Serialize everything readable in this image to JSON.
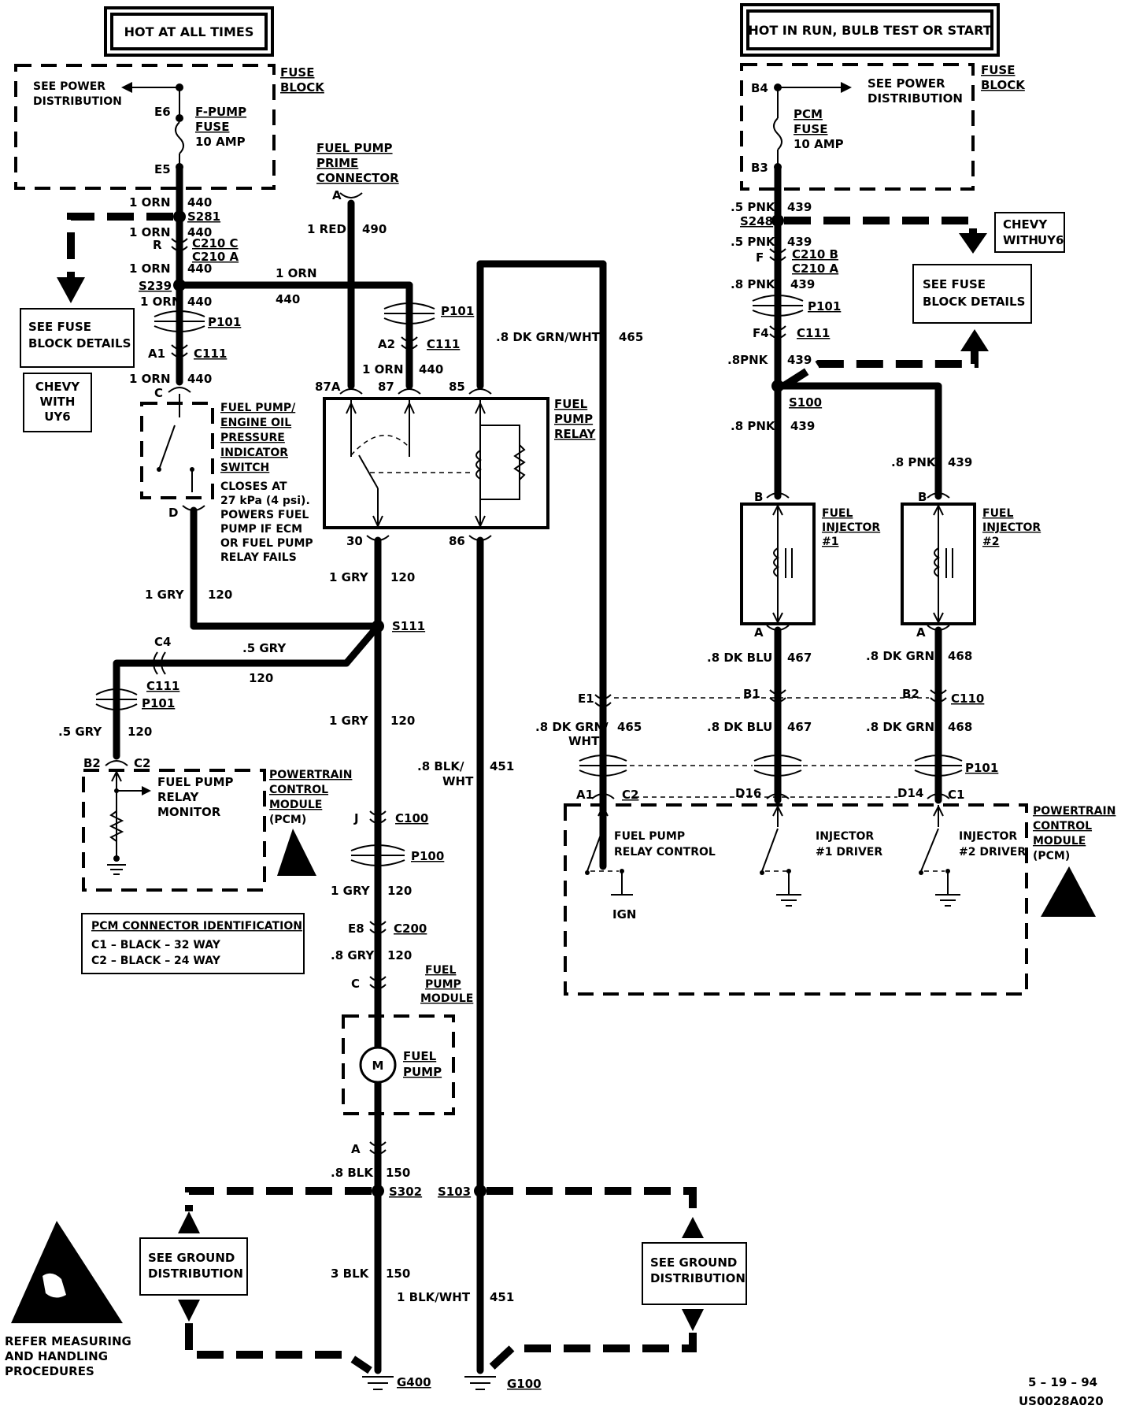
{
  "labels": {
    "hot_all_times": "HOT AT ALL TIMES",
    "hot_run": "HOT IN RUN, BULB TEST OR START",
    "fuse_block": [
      "FUSE",
      "BLOCK"
    ],
    "fuse_block_r": [
      "FUSE",
      "BLOCK"
    ],
    "see_power": [
      "SEE POWER",
      "DISTRIBUTION"
    ],
    "see_power_r": [
      "SEE POWER",
      "DISTRIBUTION"
    ],
    "fpump_fuse": [
      "F-PUMP",
      "FUSE",
      "10 AMP"
    ],
    "pcm_fuse": [
      "PCM",
      "FUSE",
      "10 AMP"
    ],
    "e6": "E6",
    "e5": "E5",
    "b4": "B4",
    "b3": "B3",
    "orn1": "1 ORN",
    "n440": "440",
    "s281": "S281",
    "c210c": "C210 C",
    "c210a": "C210 A",
    "r": "R",
    "s239": "S239",
    "p101": "P101",
    "a1": "A1",
    "c111": "C111",
    "c": "C",
    "see_fuse_details": [
      "SEE FUSE",
      "BLOCK DETAILS"
    ],
    "chevy_uy6": [
      "CHEVY",
      "WITH",
      "UY6"
    ],
    "switch": [
      "FUEL PUMP/",
      "ENGINE OIL",
      "PRESSURE",
      "INDICATOR",
      "SWITCH"
    ],
    "closes": [
      "CLOSES AT",
      "27 kPa (4 psi).",
      "POWERS FUEL",
      "PUMP IF ECM",
      "OR FUEL PUMP",
      "RELAY FAILS"
    ],
    "d": "D",
    "prime": [
      "FUEL PUMP",
      "PRIME",
      "CONNECTOR"
    ],
    "a": "A",
    "red1": "1 RED",
    "n490": "490",
    "n87a": "87A",
    "n87": "87",
    "n85": "85",
    "n30": "30",
    "n86": "86",
    "a2": "A2",
    "dkgrnwht": ".8  DK  GRN/WHT",
    "n465": "465",
    "relay": [
      "FUEL",
      "PUMP",
      "RELAY"
    ],
    "gry1": "1  GRY",
    "n120": "120",
    "s111": "S111",
    "c4": "C4",
    "gry5": ".5  GRY",
    "b2": "B2",
    "c2": "C2",
    "monitor": [
      "FUEL  PUMP",
      "RELAY",
      "MONITOR"
    ],
    "pcm": [
      "POWERTRAIN",
      "CONTROL",
      "MODULE",
      "(PCM)"
    ],
    "pcm_r": [
      "POWERTRAIN",
      "CONTROL",
      "MODULE",
      "(PCM)"
    ],
    "pcm_table_title": "PCM  CONNECTOR  IDENTIFICATION",
    "pcm_table_rows": [
      "C1  –  BLACK          –  32  WAY",
      "C2  –  BLACK          –  24  WAY"
    ],
    "j": "J",
    "c100": "C100",
    "p100": "P100",
    "e8": "E8",
    "c200": "C200",
    "gry8": ".8 GRY",
    "blkwht8": [
      ".8  BLK/",
      "WHT"
    ],
    "n451": "451",
    "pump_module": [
      "FUEL",
      "PUMP",
      "MODULE"
    ],
    "motor": "M",
    "fuel_pump": [
      "FUEL",
      "PUMP"
    ],
    "blk8": ".8 BLK",
    "n150": "150",
    "s302": "S302",
    "s103": "S103",
    "see_ground": [
      "SEE GROUND",
      "DISTRIBUTION"
    ],
    "see_ground_r": [
      "SEE GROUND",
      "DISTRIBUTION"
    ],
    "blk3": "3 BLK",
    "blkwht1": "1  BLK/WHT",
    "g400": "G400",
    "g100": "G100",
    "refer": [
      "REFER MEASURING",
      "AND HANDLING",
      "PROCEDURES"
    ],
    "pnk5": ".5 PNK",
    "n439": "439",
    "s248": "S248",
    "f": "F",
    "c210b": "C210  B",
    "c210a2": "C210  A",
    "pnk8": ".8 PNK",
    "pnk8b": ".8PNK",
    "f4": "F4",
    "s100": "S100",
    "b": "B",
    "inj1": [
      "FUEL",
      "INJECTOR",
      "#1"
    ],
    "inj2": [
      "FUEL",
      "INJECTOR",
      "#2"
    ],
    "dkblu": ".8 DK BLU",
    "n467": "467",
    "dkgrn": ".8 DK GRN",
    "n468": "468",
    "e1": "E1",
    "b1": "B1",
    "b2r": "B2",
    "c110": "C110",
    "dkgrnwht2": [
      ".8 DK GRN/",
      "WHT"
    ],
    "a1r": "A1",
    "d16": "D16",
    "d14": "D14",
    "c1": "C1",
    "relay_ctrl": [
      "FUEL PUMP",
      "RELAY CONTROL"
    ],
    "inj1_drv": [
      "INJECTOR",
      "#1  DRIVER"
    ],
    "inj2_drv": [
      "INJECTOR",
      "#2  DRIVER"
    ],
    "ign": "IGN",
    "date": "5 – 19 – 94",
    "code": "US0028A020"
  }
}
